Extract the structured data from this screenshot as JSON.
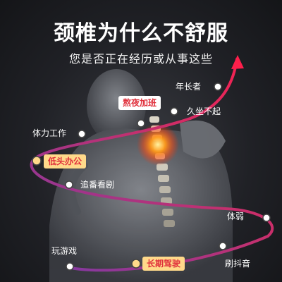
{
  "header": {
    "title": "颈椎为什么不舒服",
    "subtitle": "您是否正在经历或从事这些"
  },
  "labels": {
    "old_age": "年长者",
    "late_night_overtime": "熬夜加班",
    "long_sitting": "久坐不起",
    "manual_work": "体力工作",
    "head_down_office": "低头办公",
    "binge_watching": "追番看剧",
    "weak_body": "体弱",
    "gaming": "玩游戏",
    "long_driving": "长期驾驶",
    "short_video": "刷抖音"
  },
  "colors": {
    "curve_start": "#7a3aa8",
    "curve_end": "#ff1f4b",
    "spine_glow": "#ff8a1a",
    "highlight_text": "#e0303c"
  }
}
